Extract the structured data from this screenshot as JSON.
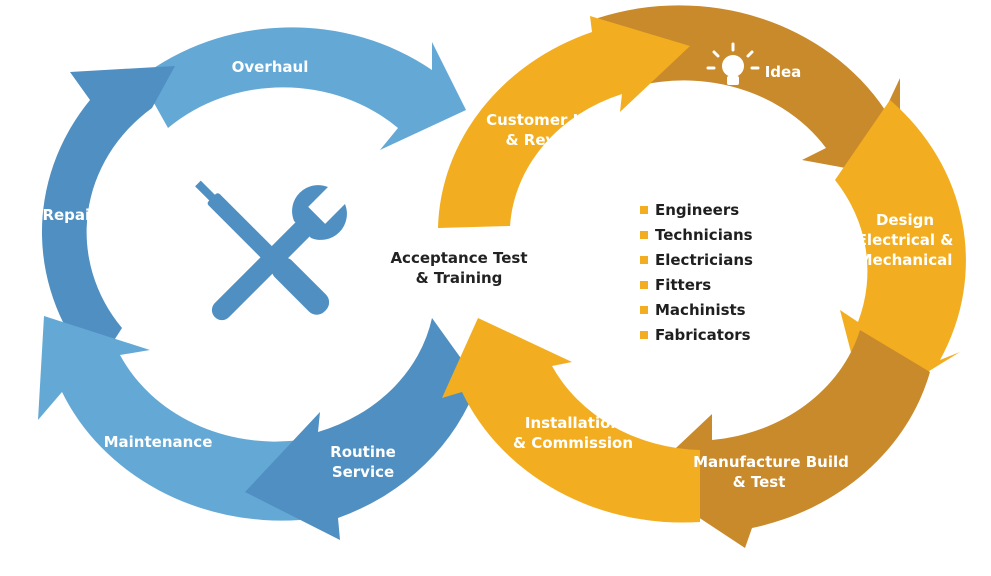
{
  "maintenance_cycle": {
    "segments": [
      {
        "id": "overhaul",
        "label": "Overhaul"
      },
      {
        "id": "repair",
        "label": "Repair"
      },
      {
        "id": "maintenance",
        "label": "Maintenance"
      },
      {
        "id": "routine_service",
        "label": [
          "Routine",
          "Service"
        ]
      }
    ],
    "icon": "wrench-screwdriver-icon"
  },
  "center": {
    "label": [
      "Acceptance Test",
      "& Training"
    ]
  },
  "project_cycle": {
    "segments": [
      {
        "id": "idea",
        "label": "Idea",
        "icon": "lightbulb-icon"
      },
      {
        "id": "design",
        "label": [
          "Design",
          "Electrical &",
          "Mechanical"
        ]
      },
      {
        "id": "manufacture",
        "label": [
          "Manufacture Build",
          "& Test"
        ]
      },
      {
        "id": "installation",
        "label": [
          "Installation",
          "& Commission"
        ]
      },
      {
        "id": "customer_use",
        "label": [
          "Customer Use",
          "& Review"
        ]
      }
    ],
    "roles": [
      "Engineers",
      "Technicians",
      "Electricians",
      "Fitters",
      "Machinists",
      "Fabricators"
    ]
  },
  "colors": {
    "blue_light": "#64a9d6",
    "blue_dark": "#4f8fc2",
    "orange_light": "#f2ae20",
    "orange_dark": "#c98a2c",
    "bullet": "#f2ae20",
    "icon_blue": "#4f8fc2"
  }
}
